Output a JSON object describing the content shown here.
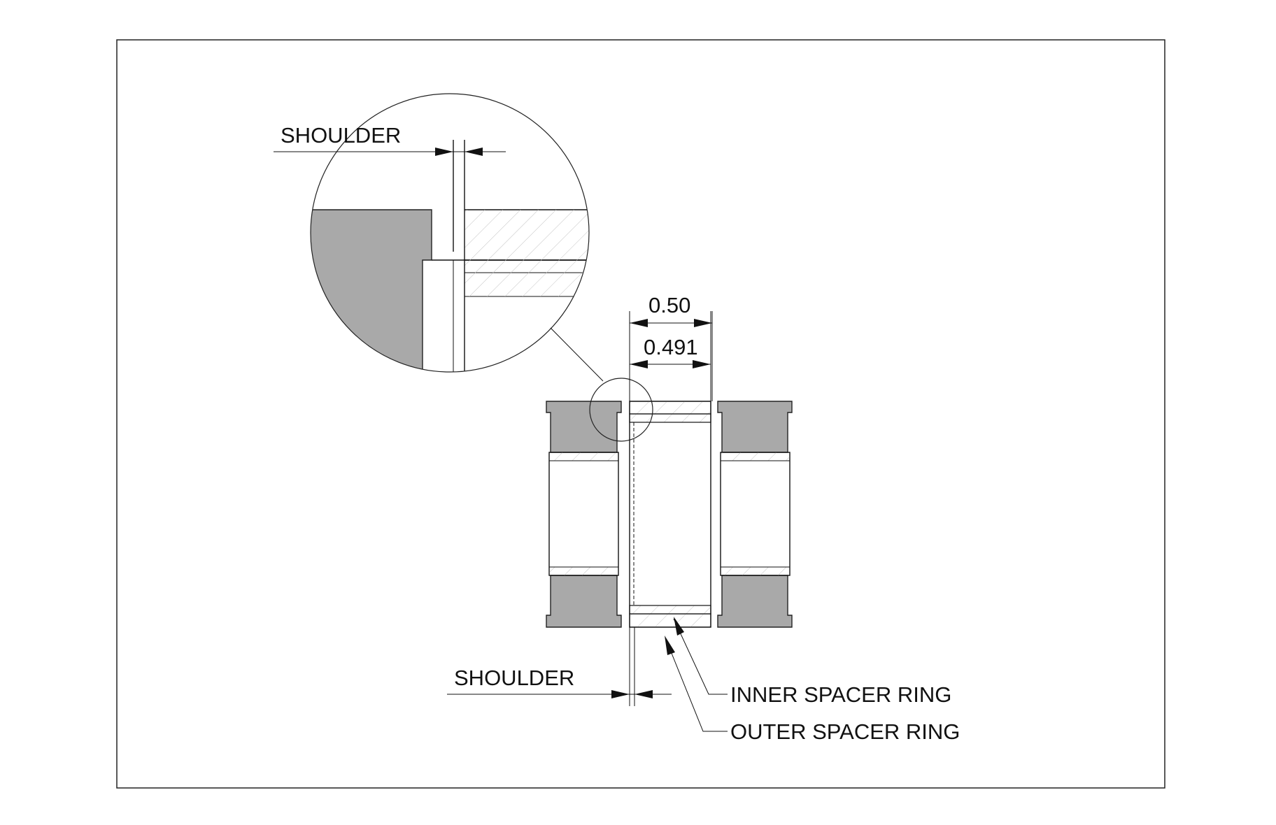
{
  "labels": {
    "shoulder_detail": "SHOULDER",
    "shoulder_main": "SHOULDER",
    "inner_spacer_ring": "INNER SPACER RING",
    "outer_spacer_ring": "OUTER SPACER RING"
  },
  "dimensions": {
    "outer": "0.50",
    "inner": "0.491"
  },
  "colors": {
    "line": "#111111",
    "shaded_section": "#a9a9a9",
    "hatch": "#b8b8b8",
    "background": "#ffffff"
  }
}
